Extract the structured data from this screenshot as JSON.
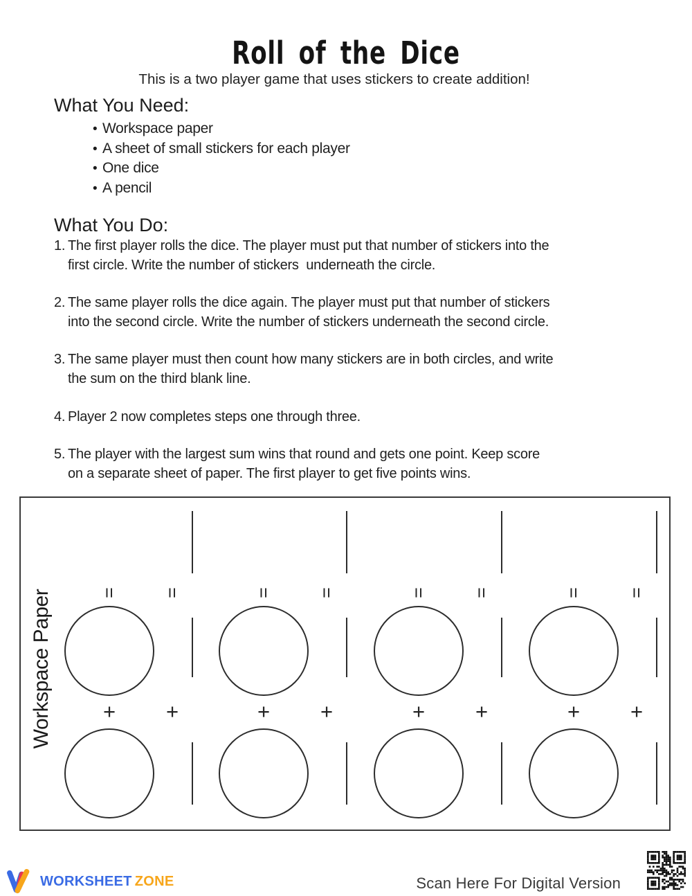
{
  "title": "Roll of the Dice",
  "subtitle": "This is a two player game that uses stickers to create addition!",
  "bullet_glyph": "•",
  "what_you_need": {
    "heading": "What You Need:",
    "items": [
      "Workspace paper",
      "A sheet of small stickers for each player",
      "One dice",
      "A pencil"
    ]
  },
  "what_you_do": {
    "heading": "What You Do:",
    "steps": [
      {
        "num": "1.",
        "text": "The first player rolls the dice. The player must put that number of stickers into the\nfirst circle. Write the number of stickers  underneath the circle."
      },
      {
        "num": "2.",
        "text": "The same player rolls the dice again. The player must put that number of stickers\ninto the second circle. Write the number of stickers underneath the second circle."
      },
      {
        "num": "3.",
        "text": "The same player must then count how many stickers are in both circles, and write\nthe sum on the third blank line."
      },
      {
        "num": "4.",
        "text": "Player 2 now completes steps one through three."
      },
      {
        "num": "5.",
        "text": "The player with the largest sum wins that round and gets one point. Keep score\non a separate sheet of paper. The first player to get five points wins."
      }
    ]
  },
  "workspace": {
    "label": "Workspace Paper",
    "plus_symbol": "+",
    "equals_symbol": "=",
    "group_count": 4
  },
  "footer": {
    "logo_word1": "WORKSHEET",
    "logo_word2": "ZONE",
    "logo_colors": {
      "blue": "#3a6be4",
      "red": "#e8384f",
      "yellow": "#f7a61b"
    },
    "scan_text": "Scan Here For Digital Version",
    "qr_icon": "qr-code"
  }
}
